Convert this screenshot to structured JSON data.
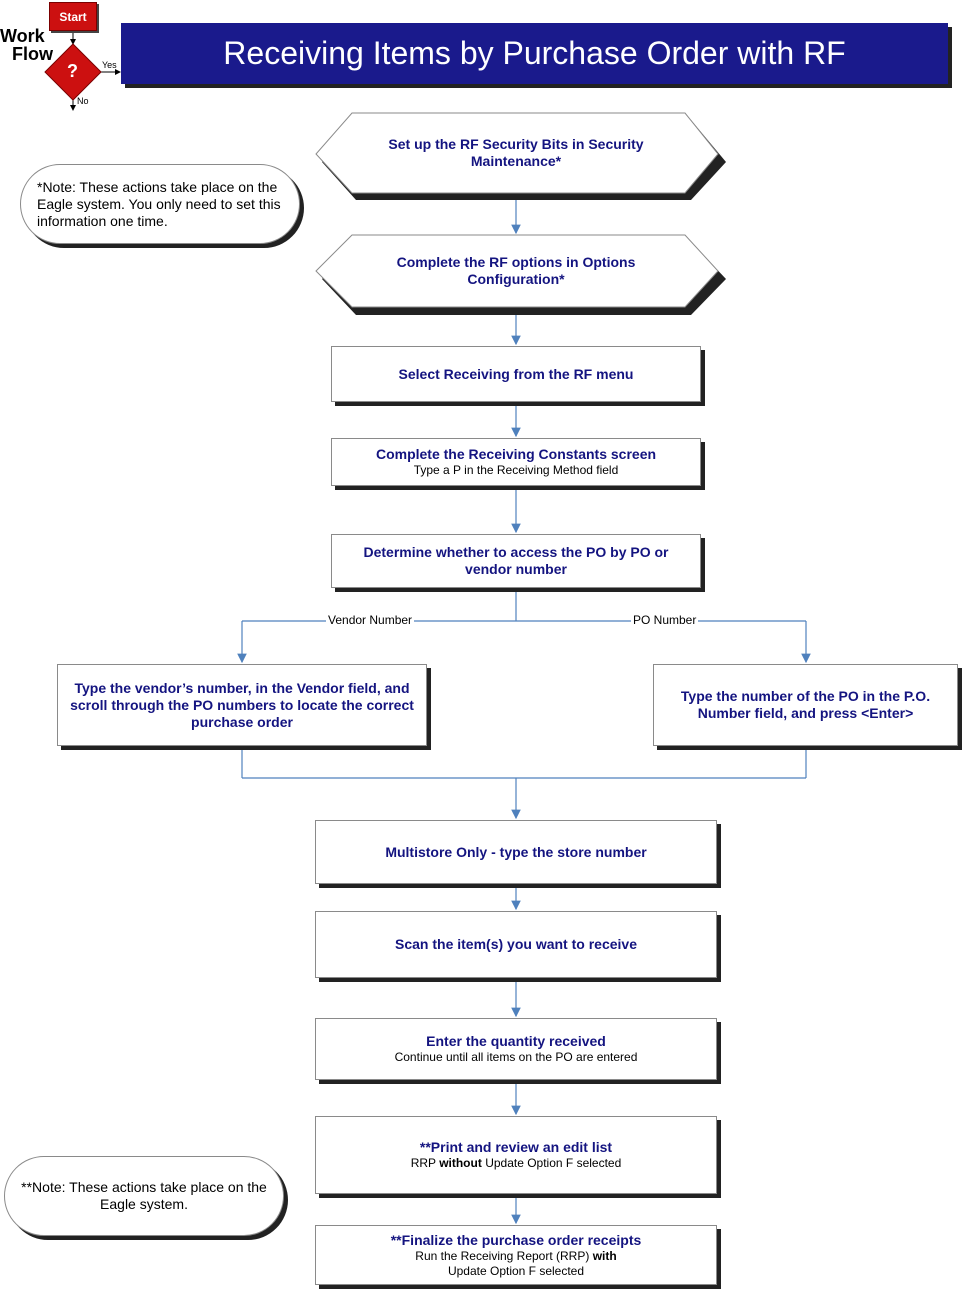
{
  "logo": {
    "work": "Work",
    "flow": "Flow",
    "start": "Start",
    "question": "?",
    "yes": "Yes",
    "no": "No"
  },
  "title": "Receiving Items by Purchase Order with RF",
  "notes": {
    "top": "*Note: These actions take place on the Eagle system. You only need to set this information one time.",
    "bottom": "**Note: These actions take place on the Eagle system."
  },
  "steps": {
    "security": "Set up the RF Security Bits in Security Maintenance*",
    "options": "Complete the RF options in Options Configuration*",
    "select_receiving": "Select Receiving from the RF menu",
    "constants_title": "Complete the Receiving Constants screen",
    "constants_sub": "Type a P in the Receiving Method field",
    "determine": "Determine whether to access the PO by PO or vendor number",
    "vendor_step": "Type the vendor’s number, in the Vendor field, and scroll through the PO numbers to locate the correct purchase order",
    "po_step": "Type the number of the PO in the P.O. Number field, and press <Enter>",
    "multistore": "Multistore Only - type the store number",
    "scan": "Scan the item(s) you want to receive",
    "quantity_title": "Enter the quantity received",
    "quantity_sub": "Continue until all items on the PO are entered",
    "print_title": "**Print and review an edit list",
    "print_sub_a": "RRP",
    "print_sub_b": "without",
    "print_sub_c": "Update Option F selected",
    "finalize_title": "**Finalize the purchase order receipts",
    "finalize_sub_a": "Run the Receiving Report (RRP)",
    "finalize_sub_b": "with",
    "finalize_sub_c": "Update Option F selected"
  },
  "branches": {
    "vendor": "Vendor Number",
    "po": "PO Number"
  },
  "colors": {
    "title_bg": "#1a1a8c",
    "step_text": "#141480",
    "connector": "#4f81bd",
    "start_red": "#cc1010"
  }
}
